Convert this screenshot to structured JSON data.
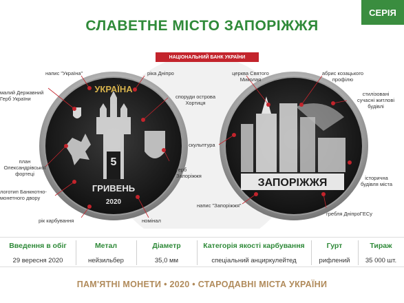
{
  "series_badge": "СЕРІЯ",
  "title": "СЛАВЕТНЕ МІСТО ЗАПОРІЖЖЯ",
  "nbu_label": "НАЦІОНАЛЬНИЙ БАНК УКРАЇНИ",
  "obverse": {
    "legend_top": "УКРАЇНА",
    "denomination": "5",
    "currency": "ГРИВЕНЬ",
    "year": "2020"
  },
  "reverse": {
    "city": "ЗАПОРІЖЖЯ"
  },
  "labels": {
    "ukraine": "напис \"Україна\"",
    "small_coat": [
      "малий Державний",
      "Герб України"
    ],
    "dnipro": "ріка Дніпро",
    "khortytsia": [
      "споруди острова",
      "Хортиця"
    ],
    "fortress": [
      "план",
      "Олександрівської",
      "фортеці"
    ],
    "mint_logo": [
      "логотип Банкнотно-",
      "монетного двору"
    ],
    "year_label": "рік карбування",
    "nominal": "номінал",
    "zap_coat": [
      "герб",
      "Запоріжжя"
    ],
    "church": [
      "церква Святого",
      "Миколая"
    ],
    "cossack": [
      "абрис козацького",
      "профілю"
    ],
    "houses": [
      "стилізовані",
      "сучасні житлові",
      "будівлі"
    ],
    "sculpture": "скульптура",
    "historic": [
      "історична",
      "будівля міста"
    ],
    "inscription": "напис \"Запоріжжя\"",
    "dam": "гребля ДніпроГЕСу"
  },
  "specs": [
    {
      "header": "Введення в обіг",
      "value": "29 вересня 2020"
    },
    {
      "header": "Метал",
      "value": "нейзильбер"
    },
    {
      "header": "Діаметр",
      "value": "35,0 мм"
    },
    {
      "header": "Категорія якості карбування",
      "value": "спеціальний анциркулейтед"
    },
    {
      "header": "Гурт",
      "value": "рифлений"
    },
    {
      "header": "Тираж",
      "value": "35 000 шт."
    }
  ],
  "footer": "ПАМ'ЯТНІ МОНЕТИ • 2020 • СТАРОДАВНІ МІСТА УКРАЇНИ",
  "colors": {
    "brand_green": "#2f8a39",
    "marker_red": "#c3242c",
    "footer_gold": "#b08a5a"
  },
  "icons": [
    "small-coat-of-arms-icon",
    "zaporizhzhia-coat-icon"
  ]
}
